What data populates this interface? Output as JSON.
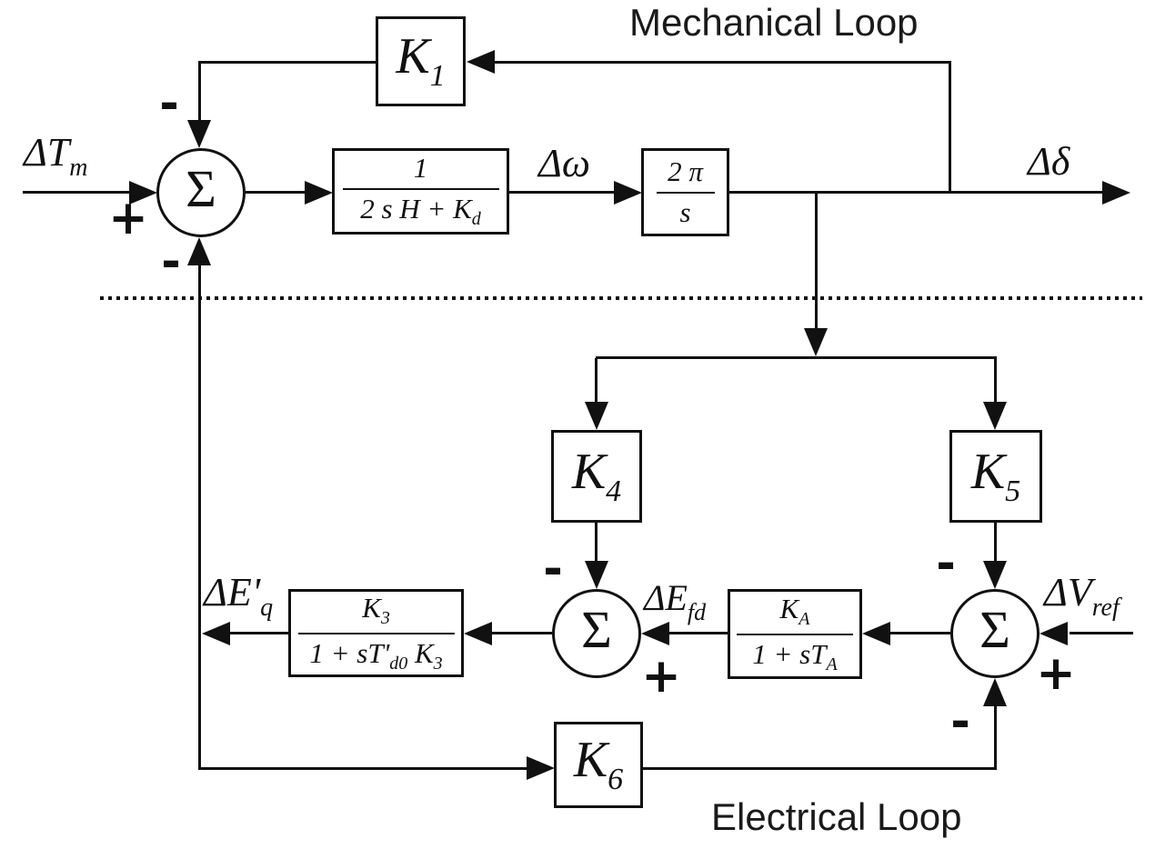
{
  "titles": {
    "mechanical": "Mechanical Loop",
    "electrical": "Electrical Loop"
  },
  "sigma": "Σ",
  "signs": {
    "plus": "+",
    "minus": "-"
  },
  "signals": {
    "tm": {
      "base": "ΔT",
      "sub": "m"
    },
    "omega": {
      "base": "Δω"
    },
    "delta": {
      "base": "Δδ"
    },
    "efd": {
      "base": "ΔE",
      "sub": "fd"
    },
    "eq": {
      "base": "ΔE'",
      "sub": "q"
    },
    "vref": {
      "base": "ΔV",
      "sub": "ref"
    }
  },
  "blocks": {
    "k1": {
      "base": "K",
      "sub": "1"
    },
    "k4": {
      "base": "K",
      "sub": "4"
    },
    "k5": {
      "base": "K",
      "sub": "5"
    },
    "k6": {
      "base": "K",
      "sub": "6"
    },
    "swing": {
      "num": "1",
      "den": "2 s H + K",
      "den_sub": "d"
    },
    "integrator": {
      "num": "2 π",
      "den": "s"
    },
    "exciter": {
      "num": "K",
      "num_sub": "A",
      "den": "1 + sT",
      "den_sub": "A"
    },
    "field": {
      "num": "K",
      "num_sub": "3",
      "den": "1 + sT'",
      "den_sub1": "d0",
      "den2": " K",
      "den_sub2": "3"
    }
  },
  "colors": {
    "line": "#111111",
    "background": "#ffffff"
  }
}
